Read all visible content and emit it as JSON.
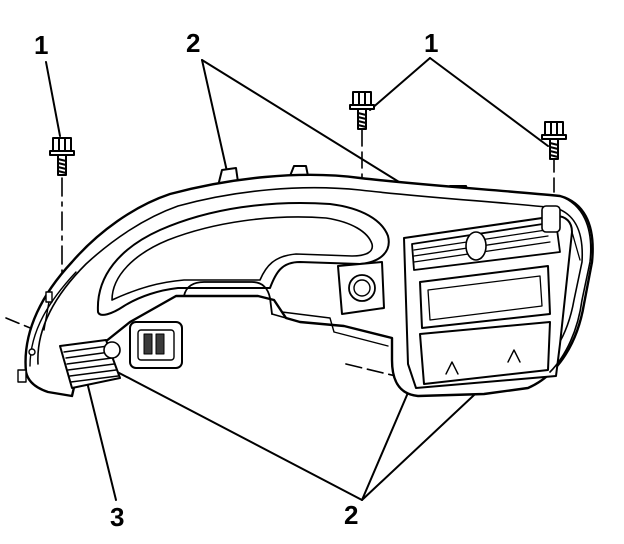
{
  "callouts": {
    "bolt_left": "1",
    "bolt_right": "1",
    "top_clips": "2",
    "bottom_clips": "2",
    "panel_edge": "3"
  },
  "colors": {
    "ink": "#000000",
    "panel_fill": "#ffffff",
    "vent_fill": "#3a3a3a"
  },
  "icons": {
    "fastener": "hex-bolt-icon"
  }
}
